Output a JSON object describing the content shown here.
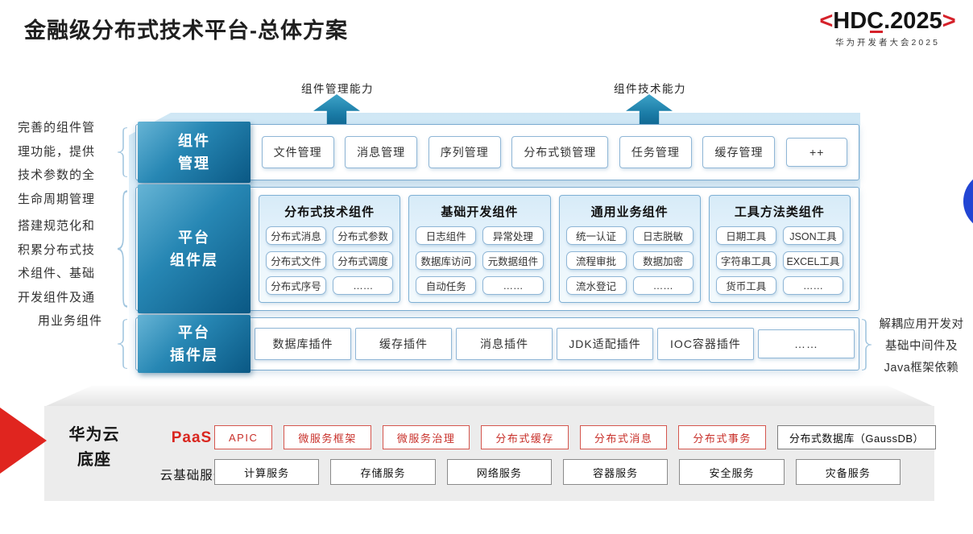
{
  "title": "金融级分布式技术平台-总体方案",
  "logo": {
    "open_mark": "<",
    "name": "HDC.2025",
    "close_mark": ">",
    "subtitle": "华为开发者大会2025"
  },
  "arrows": {
    "left_label": "组件管理能力",
    "right_label": "组件技术能力"
  },
  "annotations": {
    "left_top_lines": [
      "完善的组件管",
      "理功能，提供",
      "技术参数的全",
      "生命周期管理"
    ],
    "left_bottom_lines": [
      "搭建规范化和",
      "积累分布式技",
      "术组件、基础",
      "开发组件及通",
      "用业务组件"
    ],
    "right_lines": [
      "解耦应用开发对",
      "基础中间件及",
      "Java框架依赖"
    ]
  },
  "rows": {
    "component_mgmt": {
      "label_lines": [
        "组件",
        "管理"
      ],
      "items": [
        "文件管理",
        "消息管理",
        "序列管理",
        "分布式锁管理",
        "任务管理",
        "缓存管理",
        "++"
      ]
    },
    "platform_components": {
      "label_lines": [
        "平台",
        "组件层"
      ],
      "groups": [
        {
          "title": "分布式技术组件",
          "items": [
            "分布式消息",
            "分布式参数",
            "分布式文件",
            "分布式调度",
            "分布式序号",
            "……"
          ]
        },
        {
          "title": "基础开发组件",
          "items": [
            "日志组件",
            "异常处理",
            "数据库访问",
            "元数据组件",
            "自动任务",
            "……"
          ]
        },
        {
          "title": "通用业务组件",
          "items": [
            "统一认证",
            "日志脱敏",
            "流程审批",
            "数据加密",
            "流水登记",
            "……"
          ]
        },
        {
          "title": "工具方法类组件",
          "items": [
            "日期工具",
            "JSON工具",
            "字符串工具",
            "EXCEL工具",
            "货币工具",
            "……"
          ]
        }
      ]
    },
    "platform_plugins": {
      "label_lines": [
        "平台",
        "插件层"
      ],
      "items": [
        "数据库插件",
        "缓存插件",
        "消息插件",
        "JDK适配插件",
        "IOC容器插件",
        "……"
      ]
    }
  },
  "foundation": {
    "label_lines": [
      "华为云",
      "底座"
    ],
    "paas": {
      "label": "PaaS",
      "items": [
        "APIC",
        "微服务框架",
        "微服务治理",
        "分布式缓存",
        "分布式消息",
        "分布式事务"
      ],
      "db_item": "分布式数据库（GaussDB）"
    },
    "cloud": {
      "label": "云基础服务",
      "items": [
        "计算服务",
        "存储服务",
        "网络服务",
        "容器服务",
        "安全服务",
        "灾备服务"
      ]
    }
  },
  "colors": {
    "teal_dark": "#0a5884",
    "teal_light": "#66b4d5",
    "accent_red": "#d9261f",
    "panel_border": "#7fb0d4",
    "circle_blue": "#2245d3",
    "slab_gray": "#ececec"
  }
}
